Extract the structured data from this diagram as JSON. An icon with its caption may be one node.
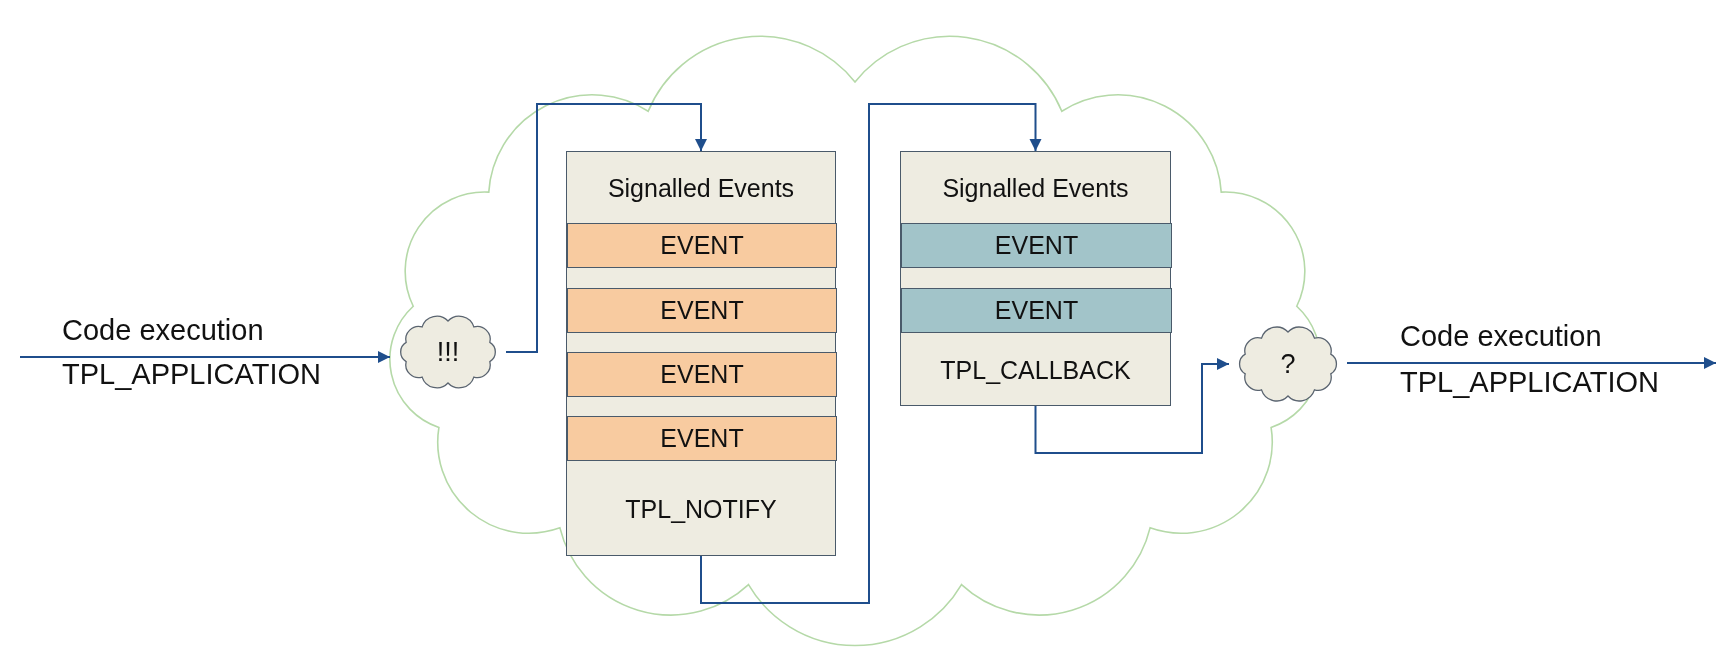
{
  "diagram": {
    "nodes": [
      {
        "text": [],
        "shape": "cloud"
      },
      {
        "text": [
          "!!!"
        ],
        "in": 0
      },
      {
        "text": [
          "Signalled Events",
          "TPL_NOTIFY"
        ],
        "in": 0
      },
      {
        "text": [
          "EVENT"
        ],
        "in": 2
      },
      {
        "text": [
          "EVENT"
        ],
        "in": 2
      },
      {
        "text": [
          "EVENT"
        ],
        "in": 2
      },
      {
        "text": [
          "EVENT"
        ],
        "in": 2
      },
      {
        "text": [
          "Signalled Events",
          "TPL_CALLBACK"
        ],
        "in": 0
      },
      {
        "text": [
          "EVENT"
        ],
        "in": 7
      },
      {
        "text": [
          "EVENT"
        ],
        "in": 7
      },
      {
        "text": [
          "?"
        ],
        "in": 0
      }
    ],
    "edges": [
      {
        "from": null,
        "to": 1,
        "arrow": "to"
      },
      {
        "from": 1,
        "to": 2,
        "arrow": "to"
      },
      {
        "from": 2,
        "to": 7,
        "arrow": "to"
      },
      {
        "from": 7,
        "to": 10,
        "arrow": "to"
      },
      {
        "from": 10,
        "to": null,
        "arrow": "to"
      }
    ],
    "labels": [
      "Code execution",
      "TPL_APPLICATION",
      "Code execution",
      "TPL_APPLICATION"
    ]
  }
}
